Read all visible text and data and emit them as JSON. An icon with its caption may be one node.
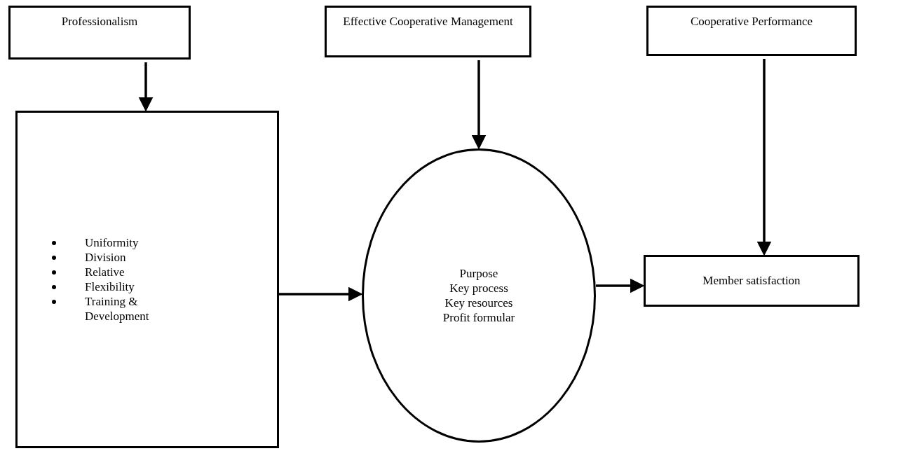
{
  "diagram": {
    "nodes": [
      {
        "text": [
          "Professionalism"
        ]
      },
      {
        "text": [
          "Effective Cooperative Management"
        ]
      },
      {
        "text": [
          "Cooperative Performance"
        ]
      },
      {
        "text": [
          "Uniformity",
          "Division",
          "Relative",
          "Flexibility",
          "Training & Development"
        ]
      },
      {
        "text": [
          "Purpose",
          "Key process",
          "Key resources",
          "Profit formular"
        ]
      },
      {
        "text": [
          "Member satisfaction"
        ]
      }
    ],
    "edges": [
      {
        "from": 0,
        "to": 3,
        "arrow": "to"
      },
      {
        "from": 1,
        "to": 4,
        "arrow": "to"
      },
      {
        "from": 2,
        "to": 5,
        "arrow": "to"
      },
      {
        "from": 3,
        "to": 4,
        "arrow": "to"
      },
      {
        "from": 4,
        "to": 5,
        "arrow": "to"
      }
    ]
  }
}
